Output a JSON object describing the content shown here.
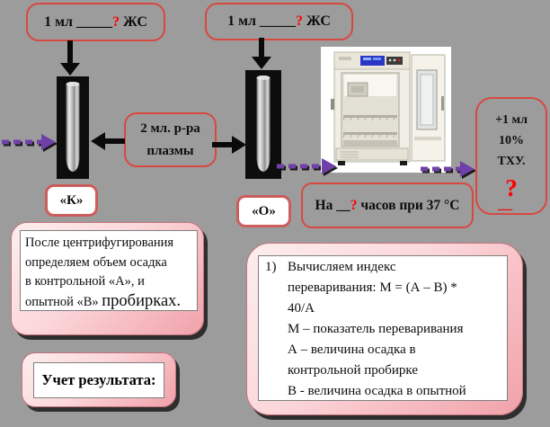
{
  "bg_color": "#9c9c9c",
  "accents": {
    "box_border": "#d8483f",
    "label_border": "#cd5c5c",
    "pink_top": "#fdeeee",
    "pink_bottom": "#f1a1aa",
    "red_text": "#ff0000",
    "purple_arrow": "#7040a8"
  },
  "top_row": {
    "control_sample": {
      "prefix": "1 мл _____",
      "question_mark": "?",
      "suffix": " ЖС"
    },
    "test_sample": {
      "prefix": "1 мл _____",
      "question_mark": "?",
      "suffix": " ЖС"
    }
  },
  "plasma_box": {
    "line1": "2 мл. р-ра",
    "line2": "плазмы"
  },
  "tube_labels": {
    "control": "«К»",
    "test": "«О»"
  },
  "incubation_box": {
    "prefix": "На __",
    "question_mark": "?",
    "suffix": " часов при 37 °С"
  },
  "tca_box": {
    "line1": "+1 мл",
    "line2": "10%",
    "line3": "ТХУ.",
    "question_mark": "?",
    "blank": "__"
  },
  "left_note": {
    "line1": "После центрифугирования",
    "line2": "определяем объем осадка",
    "line3": "в контрольной «А», и",
    "line4_start": "опытной «В» ",
    "line4_big": "пробирках."
  },
  "result_box": {
    "label": "Учет результата:"
  },
  "calc_note": {
    "marker": "1)",
    "line1": "Вычисляем индекс",
    "line2": "переваривания: М = (А – В) *",
    "line3": "40/А",
    "line4": "М – показатель переваривания",
    "line5": "А – величина осадка в",
    "line6": "контрольной пробирке",
    "line7": "В - величина осадка в опытной"
  }
}
